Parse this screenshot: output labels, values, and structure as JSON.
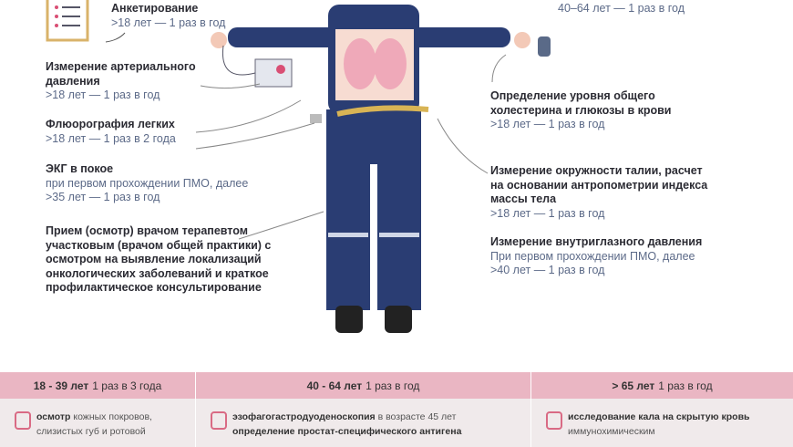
{
  "left": [
    {
      "title": "Анкетирование",
      "sub": [
        ">18 лет — 1 раз в год"
      ]
    },
    {
      "title": "Измерение артериального давления",
      "sub": [
        ">18 лет — 1 раз в год"
      ]
    },
    {
      "title": "Флюорография легких",
      "sub": [
        ">18 лет — 1 раз в 2 года"
      ]
    },
    {
      "title": "ЭКГ в покое",
      "sub": [
        "при первом прохождении ПМО, далее",
        ">35 лет — 1 раз в год"
      ]
    },
    {
      "title": "Прием (осмотр) врачом терапевтом участковым (врачом общей практики) с осмотром на выявление локализаций онкологических заболеваний и краткое профилактическое консультирование",
      "sub": []
    }
  ],
  "right": [
    {
      "sub": [
        "40–64 лет — 1 раз в год"
      ]
    },
    {
      "title": "Определение уровня общего холестерина и глюкозы в крови",
      "sub": [
        ">18 лет — 1 раз в год"
      ]
    },
    {
      "title": "Измерение окружности талии, расчет на основании антропометрии индекса массы тела",
      "sub": [
        ">18 лет — 1 раз в год"
      ]
    },
    {
      "title": "Измерение внутриглазного давления",
      "sub": [
        "При первом прохождении ПМО, далее",
        ">40 лет — 1 раз в год"
      ]
    }
  ],
  "table": {
    "headers": [
      {
        "age": "18 - 39 лет",
        "freq": "1 раз в 3 года"
      },
      {
        "age": "40 - 64 лет",
        "freq": "1 раз в год"
      },
      {
        "age": "> 65 лет",
        "freq": "1 раз в год"
      }
    ],
    "cells": [
      {
        "bold": "осмотр",
        "text": " кожных покровов, слизистых губ и ротовой"
      },
      {
        "bold": "эзофагогастродуоденоскопия",
        "text": " в возрасте 45 лет",
        "bold2": "определение простат-специфического антигена"
      },
      {
        "bold": "исследование кала на скрытую кровь",
        "text": " иммунохимическим"
      }
    ]
  },
  "colors": {
    "uniform": "#2a3d73",
    "accent": "#d94f74",
    "header": "#eab6c3"
  }
}
